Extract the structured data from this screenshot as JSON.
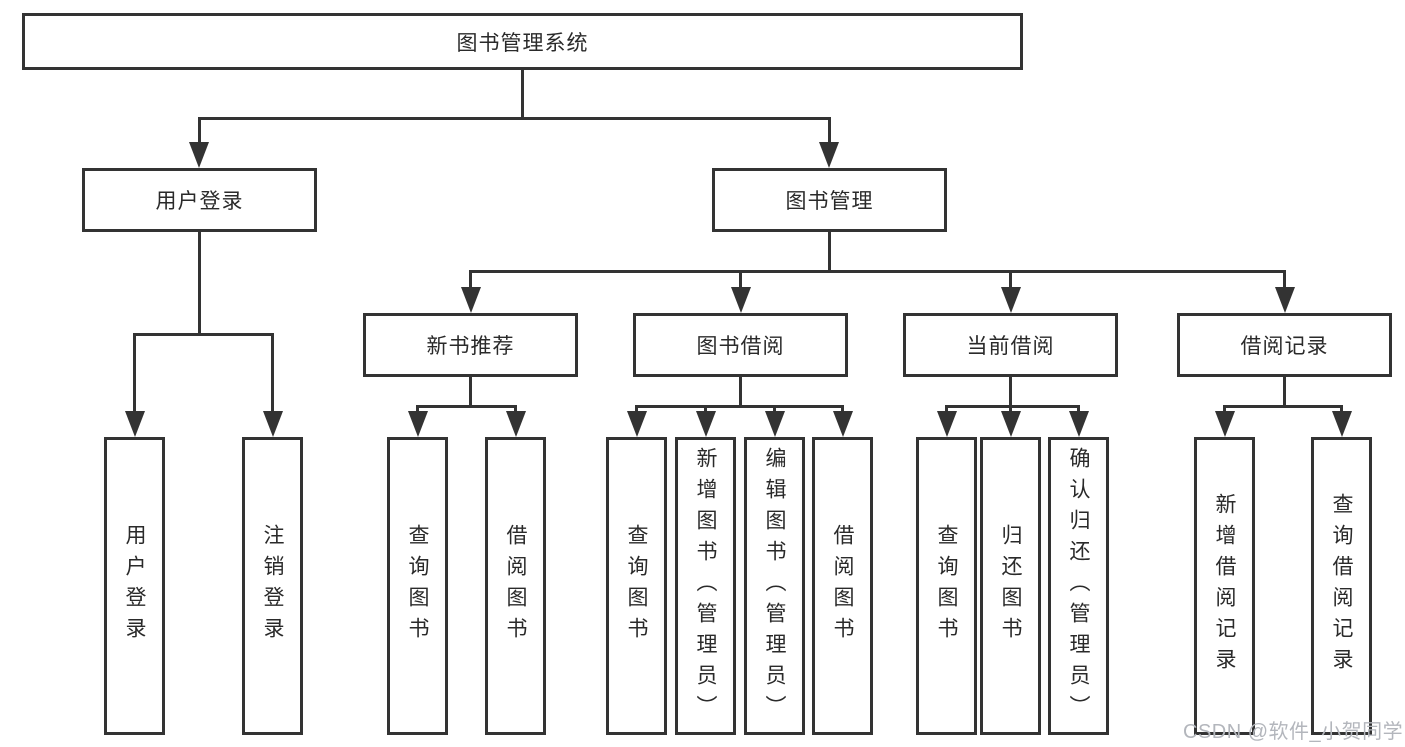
{
  "tree": {
    "root": {
      "label": "图书管理系统"
    },
    "branches": [
      {
        "label": "用户登录",
        "children": [
          "用户登录",
          "注销登录"
        ]
      },
      {
        "label": "图书管理",
        "children": [
          {
            "label": "新书推荐",
            "children": [
              "查询图书",
              "借阅图书"
            ]
          },
          {
            "label": "图书借阅",
            "children": [
              "查询图书",
              "新增图书（管理员）",
              "编辑图书（管理员）",
              "借阅图书"
            ]
          },
          {
            "label": "当前借阅",
            "children": [
              "查询图书",
              "归还图书",
              "确认归还（管理员）"
            ]
          },
          {
            "label": "借阅记录",
            "children": [
              "新增借阅记录",
              "查询借阅记录"
            ]
          }
        ]
      }
    ]
  },
  "watermark": {
    "text": "CSDN @软件_小贺同学"
  },
  "colors": {
    "line": "#333333",
    "text": "#2a2a2a",
    "background": "#ffffff",
    "watermark": "#b3b6bc"
  }
}
